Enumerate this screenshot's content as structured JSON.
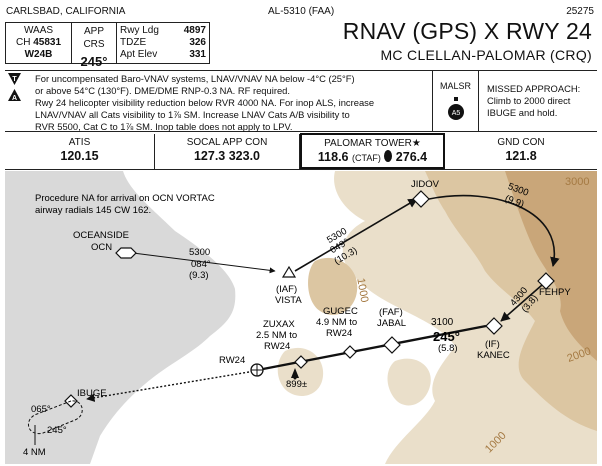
{
  "header": {
    "location": "CARLSBAD, CALIFORNIA",
    "chart_id": "AL-5310 (FAA)",
    "cycle": "25275",
    "title": "RNAV (GPS) X RWY 24",
    "airport": "MC CLELLAN-PALOMAR (CRQ)"
  },
  "infobox": {
    "waas_label": "WAAS",
    "ch_label": "CH",
    "ch_value": "45831",
    "waas_id": "W24B",
    "app_crs_label": "APP CRS",
    "app_crs_value": "245°",
    "rwy_ldg_label": "Rwy Ldg",
    "rwy_ldg_value": "4897",
    "tdze_label": "TDZE",
    "tdze_value": "326",
    "apt_elev_label": "Apt Elev",
    "apt_elev_value": "331"
  },
  "notes": {
    "icon_t": "T",
    "icon_a": "A",
    "line1": "For uncompensated Baro-VNAV systems, LNAV/VNAV NA below -4°C (25°F)",
    "line2": "or above 54°C (130°F).  DME/DME RNP-0.3 NA.  RF required.",
    "line3": "Rwy 24 helicopter visibility reduction below RVR 4000 NA.  For inop ALS, increase",
    "line4": "LNAV/VNAV all Cats visibility to 1⅞ SM.  Increase LNAV Cats A/B visibility to",
    "line5": "RVR 5500, Cat C to 1⅞ SM.  Inop table does not apply to LPV.",
    "malsr": "MALSR",
    "malsr_icon_label": "A5",
    "missed_title": "MISSED APPROACH:",
    "missed_line1": "Climb to 2000 direct",
    "missed_line2": "IBUGE and hold."
  },
  "comm": {
    "atis_label": "ATIS",
    "atis_freq": "120.15",
    "socal_label": "SOCAL  APP CON",
    "socal_freq": "127.3  323.0",
    "tower_label": "PALOMAR TOWER★",
    "tower_freq1": "118.6",
    "tower_ctaf": "(CTAF)",
    "tower_freq2": "276.4",
    "gnd_label": "GND CON",
    "gnd_freq": "121.8"
  },
  "plan": {
    "note_line1": "Procedure NA for arrival on OCN VORTAC",
    "note_line2": "airway radials 145 CW 162.",
    "oceanside_label": "OCEANSIDE",
    "ocn_label": "OCN",
    "ocn_alt": "5300",
    "ocn_crs": "084°",
    "ocn_dist": "(9.3)",
    "iaf_label": "(IAF)",
    "vista_label": "VISTA",
    "vista_alt": "5300",
    "vista_crs": "049°",
    "vista_dist": "(10.3)",
    "jidov_label": "JIDOV",
    "jidov_alt": "5300",
    "jidov_dist": "(9.9)",
    "fehpy_label": "FEHPY",
    "fehpy_alt": "4300",
    "fehpy_dist": "(3.8)",
    "kanec_if": "(IF)",
    "kanec_label": "KANEC",
    "final_alt": "3100",
    "final_crs": "245°",
    "final_dist": "(5.8)",
    "faf_label": "(FAF)",
    "jabal_label": "JABAL",
    "gugec_label": "GUGEC",
    "gugec_dist1": "4.9 NM to",
    "gugec_dist2": "RW24",
    "zuxax_label": "ZUXAX",
    "zuxax_dist1": "2.5 NM to",
    "zuxax_dist2": "RW24",
    "rw24_label": "RW24",
    "obstacle_elev": "899±",
    "ibuge_label": "IBUGE",
    "hold_out": "065°",
    "hold_in": "245°",
    "hold_leg": "4 NM",
    "contour_3000": "3000",
    "contour_1000a": "1000",
    "contour_2000": "2000",
    "contour_1000b": "1000"
  },
  "colors": {
    "terrain_light": "#e9dcc6",
    "terrain_mid": "#dcc5a1",
    "terrain_dark": "#c9a679",
    "sea": "#d9d9d9",
    "contour_text": "#a57a43"
  }
}
